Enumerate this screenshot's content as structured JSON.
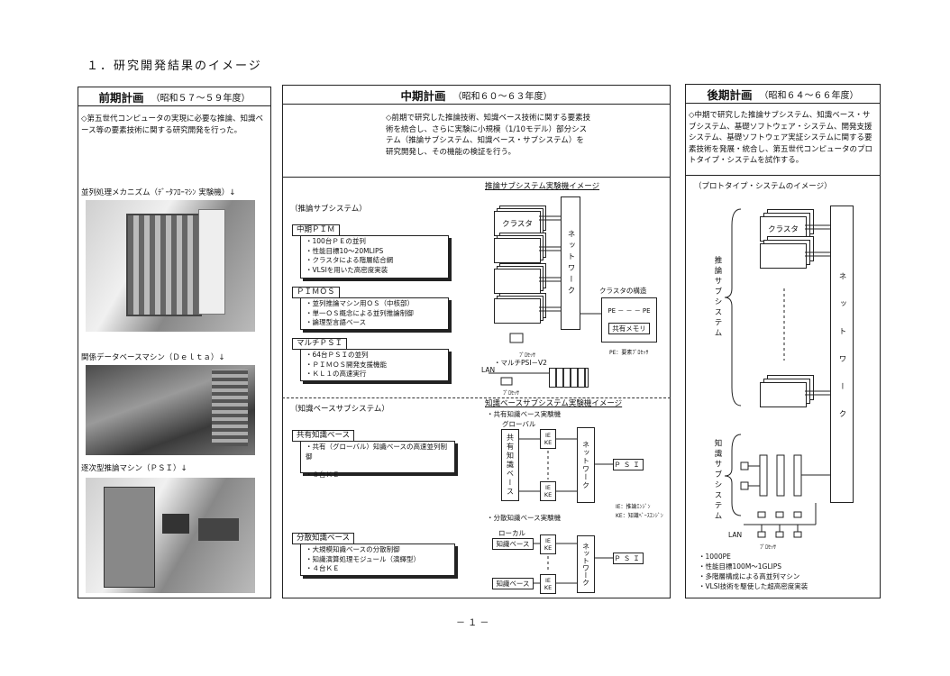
{
  "page_title": "１．研究開発結果のイメージ",
  "page_number": "－ １ －",
  "early": {
    "header_main": "前期計画",
    "header_sub": "（昭和５７～５９年度）",
    "description": "◇第五世代コンピュータの実現に必要な推論、知識ベース等の要素技術に関する研究開発を行った。",
    "cap1": "並列処理メカニズム（ﾃﾞｰﾀﾌﾛｰﾏｼﾝ 実験機）↓",
    "cap2": "関係データベースマシン（Ｄｅｌｔａ）↓",
    "cap3": "逐次型推論マシン（ＰＳＩ）↓"
  },
  "middle": {
    "header_main": "中期計画",
    "header_sub": "（昭和６０～６３年度）",
    "description": "◇前期で研究した推論技術、知識ベース技術に関する要素技術を統合し、さらに実験に小規模（1/10モデル）部分システム（推論サブシステム、知識ベース・サブシステム）を研究開発し、その機能の検証を行う。",
    "inference_label": "（推論サブシステム）",
    "pim_tag": "中期ＰＩＭ",
    "pim_items": [
      "・100台ＰＥの並列",
      "・性能目標10～20MLIPS",
      "・クラスタによる階層結合網",
      "・VLSIを用いた高密度実装"
    ],
    "pimos_tag": "ＰＩＭＯＳ",
    "pimos_items": [
      "・並列推論マシン用ＯＳ（中核部）",
      "・単一ＯＳ概念による並列推論制御",
      "・論理型言語ベース"
    ],
    "mpsi_tag": "マルチＰＳＩ",
    "mpsi_items": [
      "・64台ＰＳＩの並列",
      "・ＰＩＭＯＳ開発支援機能",
      "・ＫＬ１の高速実行"
    ],
    "inf_diagram_title": "推論サブシステム実験機イメージ",
    "cluster": "クラスタ",
    "network": "ネットワーク",
    "cluster_struct_title": "クラスタの構造",
    "pe_row": "PE － － － PE",
    "shared_mem": "共有メモリ",
    "pe_note": "PE：要素ﾌﾟﾛｾｯｻ",
    "processor_note": "ﾌﾟﾛｾｯｻ",
    "lan": "LAN",
    "processor_note2": "ﾌﾟﾛｾｯｻ",
    "mpsi_v2": "・マルチPSI－V2",
    "knowledge_label": "（知識ベースサブシステム）",
    "kb_diagram_title": "知識ベースサブシステム実験機イメージ",
    "shared_kb_title": "・共有知識ベース実験機",
    "global": "グローバル",
    "shared_kb_box": "共有知識ベース",
    "ie": "IE",
    "ke": "KE",
    "psi": "ＰＳＩ",
    "ie_note": "IE：推論ｴﾝｼﾞﾝ",
    "ke_note": "KE：知識ﾍﾞｰｽｴﾝｼﾞﾝ",
    "shared_tag": "共有知識ベース",
    "shared_items": [
      "・共有（グローバル）知識ベースの高速並列制御",
      "・８台ＫＥ"
    ],
    "dist_kb_title": "・分散知識ベース実験機",
    "local": "ローカル",
    "kb_box": "知識ベース",
    "dist_tag": "分散知識ベース",
    "dist_items": [
      "・大規模知識ベースの分散制御",
      "・知識演算処理モジュール（演繹型）",
      "・４台ＫＥ"
    ]
  },
  "late": {
    "header_main": "後期計画",
    "header_sub": "（昭和６４～６６年度）",
    "description": "◇中期で研究した推論サブシステム、知識ベース・サブシステム、基礎ソフトウェア・システム、開発支援システム、基礎ソフトウェア実証システムに関する要素技術を発展・統合し、第五世代コンピュータのプロトタイプ・システムを試作する。",
    "prototype_label": "（プロトタイプ・システムのイメージ）",
    "cluster": "クラスタ",
    "network": "ネットワーク",
    "inference_sub": "推論サブシステム",
    "knowledge_sub": "知識サブシステム",
    "lan": "LAN",
    "processor_note": "ﾌﾟﾛｾｯｻ",
    "bullets": [
      "・1000PE",
      "・性能目標100M～1GLIPS",
      "・多階層構成による高並列マシン",
      "・VLSI技術を駆使した超高密度実装"
    ]
  }
}
